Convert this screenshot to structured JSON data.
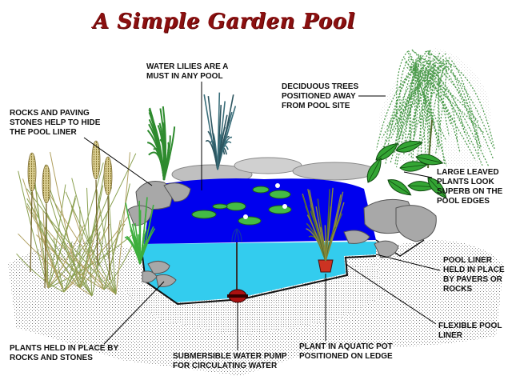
{
  "title": "A Simple Garden Pool",
  "labels": {
    "water_lilies": [
      "WATER LILIES ARE A",
      "MUST IN ANY POOL"
    ],
    "deciduous_trees": [
      "DECIDUOUS TREES",
      "POSITIONED AWAY",
      "FROM POOL SITE"
    ],
    "rocks_paving": [
      "ROCKS AND PAVING",
      "STONES HELP TO HIDE",
      "THE POOL LINER"
    ],
    "large_leaved": [
      "LARGE LEAVED",
      "PLANTS LOOK",
      "SUPERB ON THE",
      "POOL EDGES"
    ],
    "pool_liner": [
      "POOL LINER",
      "HELD IN PLACE",
      "BY PAVERS OR",
      "ROCKS"
    ],
    "flexible_liner": [
      "FLEXIBLE POOL",
      "LINER"
    ],
    "plants_held": [
      "PLANTS HELD IN PLACE BY",
      "ROCKS AND STONES"
    ],
    "pump": [
      "SUBMERSIBLE WATER PUMP",
      "FOR CIRCULATING WATER"
    ],
    "aquatic_pot": [
      "PLANT IN AQUATIC POT",
      "POSITIONED ON LEDGE"
    ]
  },
  "colors": {
    "title": "#8b1010",
    "pool_deep": "#0000ee",
    "pool_water": "#33ccee",
    "rock": "#a9a9a9",
    "paving": "#c8c8c8",
    "foliage": "#2e8b2e",
    "reed": "#b8a85a",
    "willow": "#55a055",
    "ground": "#b0b0b0"
  }
}
